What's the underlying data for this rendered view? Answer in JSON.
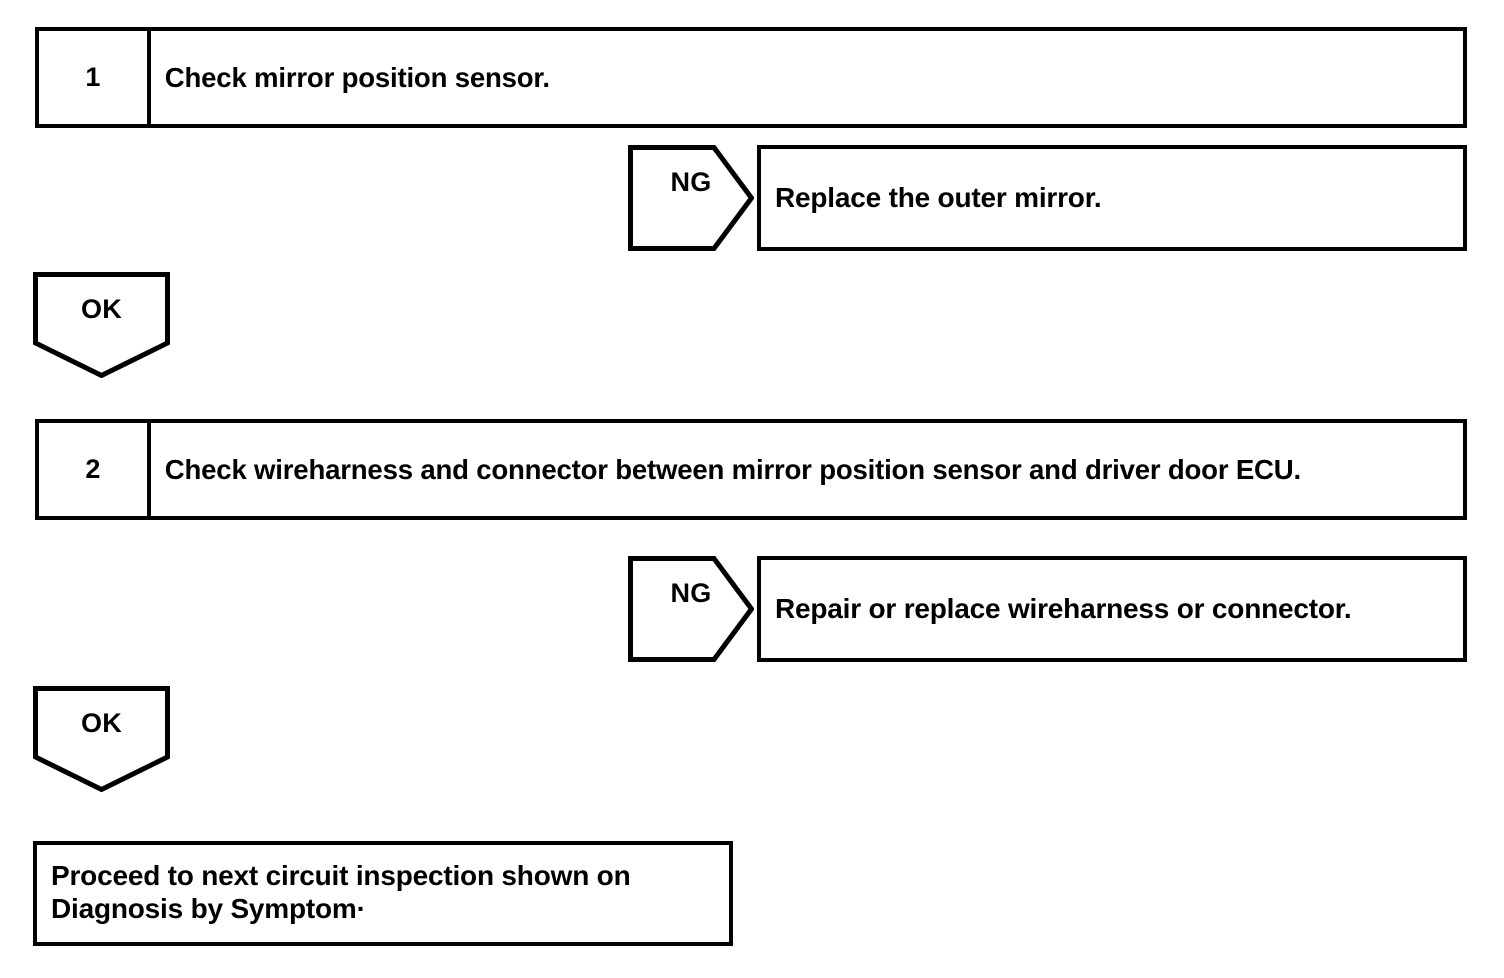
{
  "diagram": {
    "type": "troubleshooting-flowchart",
    "line_color": "#000000",
    "background_color": "#ffffff",
    "steps": [
      {
        "number": "1",
        "text": "Check mirror position sensor.",
        "ng_label": "NG",
        "ng_action": "Replace the outer mirror.",
        "ok_label": "OK"
      },
      {
        "number": "2",
        "text": "Check wireharness and connector between mirror position sensor and driver door ECU.",
        "ng_label": "NG",
        "ng_action": "Repair or replace wireharness or connector.",
        "ok_label": "OK"
      }
    ],
    "final": {
      "text": "Proceed to next circuit inspection shown on Diagnosis by Symptom·"
    }
  }
}
